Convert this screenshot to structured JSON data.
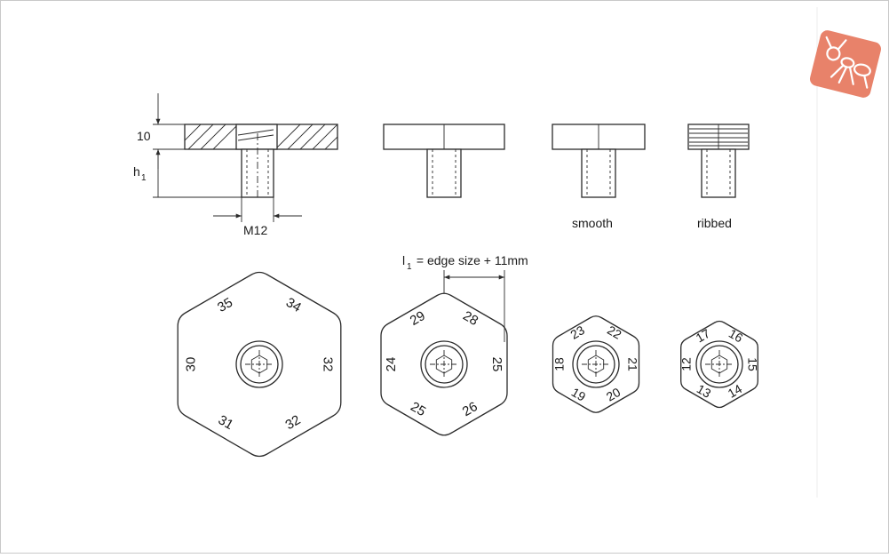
{
  "labels": {
    "dim_height": "10",
    "dim_h": "h",
    "dim_h_sub": "1",
    "dim_thread": "M12",
    "variant_smooth": "smooth",
    "variant_ribbed": "ribbed",
    "edge_formula_l": "l",
    "edge_formula_sub": "1",
    "edge_formula_rest": " = edge size + 11mm"
  },
  "hexagons": [
    {
      "sizes": [
        "35",
        "34",
        "32",
        "32",
        "31",
        "30"
      ]
    },
    {
      "sizes": [
        "29",
        "28",
        "25",
        "26",
        "25",
        "24"
      ]
    },
    {
      "sizes": [
        "23",
        "22",
        "21",
        "20",
        "19",
        "18"
      ]
    },
    {
      "sizes": [
        "17",
        "16",
        "15",
        "14",
        "13",
        "12"
      ]
    }
  ],
  "logo": {
    "name": "ant-logo",
    "color": "#e8826a"
  }
}
